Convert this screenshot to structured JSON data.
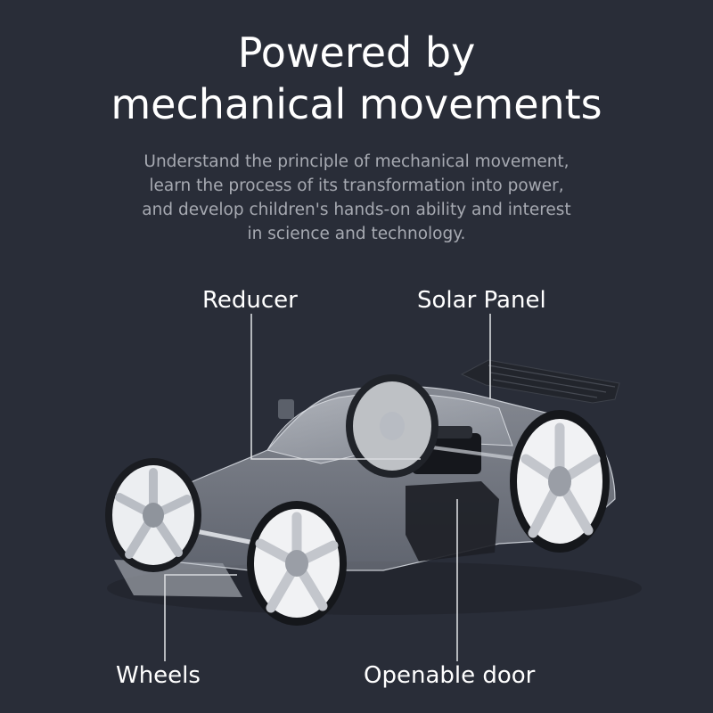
{
  "heading": {
    "line1": "Powered by",
    "line2": "mechanical movements"
  },
  "description": {
    "line1": "Understand the principle of mechanical movement,",
    "line2": "learn the process of its transformation into power,",
    "line3": "and develop children's hands-on ability and interest",
    "line4": "in science and technology."
  },
  "callouts": {
    "reducer": "Reducer",
    "solar_panel": "Solar Panel",
    "wheels": "Wheels",
    "openable_door": "Openable door"
  },
  "colors": {
    "background": "#292d38",
    "heading": "#ffffff",
    "description": "#a7aab2",
    "callout_line": "#d8dade"
  }
}
